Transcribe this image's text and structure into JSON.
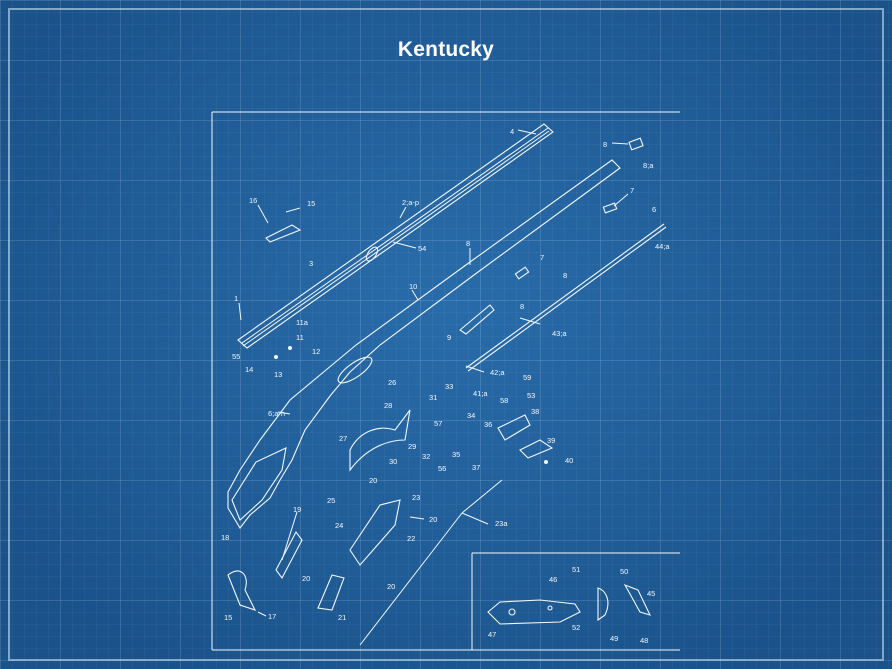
{
  "title": "Kentucky",
  "callouts": {
    "c4": "4",
    "c8a": "8",
    "c8a_sub": "8;a",
    "c7a": "7",
    "c6a": "6",
    "c44a": "44;a",
    "c16": "16",
    "c15": "15",
    "c2ap": "2;a-p",
    "c54": "54",
    "c8b": "8",
    "c3": "3",
    "c7b": "7",
    "c8c": "8",
    "c10": "10",
    "c1": "1",
    "c8d": "8",
    "c11a": "11a",
    "c11": "11",
    "c12": "12",
    "c9": "9",
    "c43a": "43;a",
    "c55": "55",
    "c14": "14",
    "c13": "13",
    "c42a": "42;a",
    "c26": "26",
    "c33": "33",
    "c41a": "41;a",
    "c59": "59",
    "c28": "28",
    "c31": "31",
    "c58": "58",
    "c53": "53",
    "c6ah": "6;a-h",
    "c34": "34",
    "c36": "36",
    "c38": "38",
    "c27": "27",
    "c57": "57",
    "c29": "29",
    "c32": "32",
    "c35": "35",
    "c39": "39",
    "c30": "30",
    "c56": "56",
    "c37": "37",
    "c40": "40",
    "c20a": "20",
    "c25": "25",
    "c23": "23",
    "c23a": "23a",
    "c20b": "20",
    "c24": "24",
    "c19": "19",
    "c22": "22",
    "c18": "18",
    "c20c": "20",
    "c20d": "20",
    "c46": "46",
    "c51": "51",
    "c50": "50",
    "c45": "45",
    "c15b": "15",
    "c17": "17",
    "c21": "21",
    "c47": "47",
    "c52": "52",
    "c49": "49",
    "c48": "48"
  }
}
